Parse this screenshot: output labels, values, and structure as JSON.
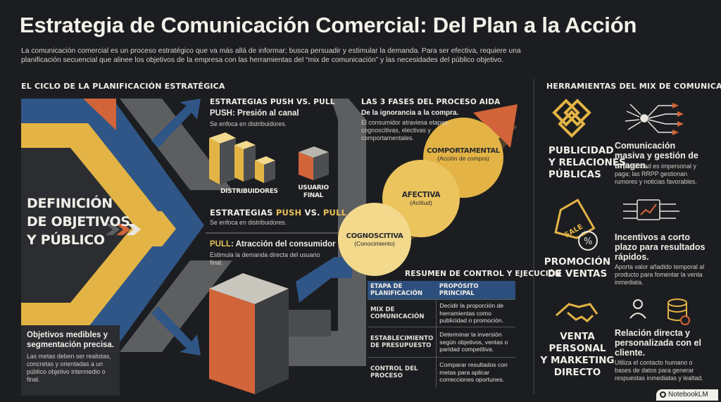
{
  "title": "Estrategia de Comunicación Comercial: Del Plan a la Acción",
  "intro": "La comunicación comercial es un proceso estratégico que va más allá de informar; busca persuadir y estimular la demanda. Para ser efectiva, requiere una planificación secuencial que alinee los objetivos de la empresa con las herramientas del “mix de comunicación” y las necesidades del público objetivo.",
  "cycle": {
    "heading": "EL CICLO DE LA PLANIFICACIÓN ESTRATÉGICA",
    "definition_l1": "DEFINICIÓN",
    "definition_l2": "DE OBJETIVOS",
    "definition_l3": "Y PÚBLICO",
    "objectives_title": "Objetivos medibles y segmentación precisa.",
    "objectives_desc": "Las metas deben ser realistas, concretas y orientadas a un público objetivo intermedio o final."
  },
  "push_pull": {
    "heading": "ESTRATEGIAS PUSH VS. PULL",
    "push_title": "PUSH: Presión al canal",
    "push_desc": "Se enfoca en distribuidores.",
    "distribuidores": "DISTRIBUIDORES",
    "usuario_l1": "USUARIO",
    "usuario_l2": "FINAL",
    "heading2_a": "ESTRATEGIAS ",
    "heading2_b": "PUSH",
    "heading2_c": " VS. ",
    "heading2_d": "PULL",
    "desc2": "Se enfoca en distribuidores.",
    "pull_a": "PULL",
    "pull_b": ": Atracción del consumidor",
    "pull_desc": "Estimula la demanda directa del usuario final."
  },
  "aida": {
    "heading": "LAS 3 FASES DEL PROCESO AIDA",
    "subtitle": "De la ignorancia a la compra.",
    "desc": "El consumidor atraviesa etapas cognoscitivas, electivas y comportamentales.",
    "phases": [
      {
        "name": "COGNOSCITIVA",
        "sub": "(Conocimiento)"
      },
      {
        "name": "AFECTIVA",
        "sub": "(Actitud)"
      },
      {
        "name": "COMPORTAMENTAL",
        "sub": "(Acción de compra)"
      }
    ]
  },
  "control": {
    "heading": "RESUMEN DE CONTROL Y EJECUCIÓN",
    "col1": "ETAPA DE PLANIFICACIÓN",
    "col2": "PROPÓSITO PRINCIPAL",
    "rows": [
      {
        "stage": "MIX DE COMUNICACIÓN",
        "purpose": "Decidir la proporción de herramientas como publicidad o promoción."
      },
      {
        "stage": "ESTABLECIMIENTO DE PRESUPUESTO",
        "purpose": "Determinar la inversión según objetivos, ventas o paridad competitiva."
      },
      {
        "stage": "CONTROL DEL PROCESO",
        "purpose": "Comparar resultados con metas para aplicar correcciones oportunes."
      }
    ]
  },
  "mix": {
    "heading": "HERRAMIENTAS DEL MIX DE COMUNICACIÓN",
    "items": [
      {
        "name_l1": "PUBLICIDAD",
        "name_l2": "Y RELACIONES",
        "name_l3": "PÚBLICAS",
        "head": "Comunicación masiva y gestión de imagen.",
        "desc": "La publicidad es impersonal y paga; las RRPP gestionan rumores y noticias favorables."
      },
      {
        "name_l1": "PROMOCIÓN",
        "name_l2": "DE VENTAS",
        "name_l3": "",
        "sale_tag": "SALE",
        "pct": "%",
        "head": "Incentivos a corto plazo para resultados rápidos.",
        "desc": "Aporta valor añadido temporal al producto para fomentar la venta inmediata."
      },
      {
        "name_l1": "VENTA",
        "name_l2": "PERSONAL",
        "name_l3": "Y MARKETING",
        "name_l4": "DIRECTO",
        "head": "Relación directa y personalizada con el cliente.",
        "desc": "Utiliza el contacto humano o bases de datos para generar respuestas inmediatas y lealtad."
      }
    ]
  },
  "brand": "NotebookLM",
  "colors": {
    "background": "#1c1d20",
    "blue": "#2f5686",
    "yellow": "#e3b445",
    "orange": "#d2643a",
    "gray": "#5c5e60",
    "cream": "#f2d98c"
  }
}
